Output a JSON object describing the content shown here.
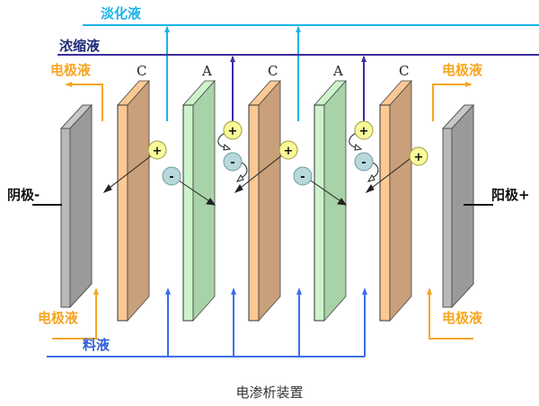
{
  "title": "电渗析装置",
  "labels": {
    "dilute": "淡化液",
    "concentrate": "浓缩液",
    "electrode_top_left": "电极液",
    "electrode_top_right": "电极液",
    "electrode_bottom_left": "电极液",
    "electrode_bottom_right": "电极液",
    "feed": "料液",
    "cathode": "阴极-",
    "anode": "阳极+"
  },
  "membranes": [
    "C",
    "A",
    "C",
    "A",
    "C"
  ],
  "ions": {
    "positive": "+",
    "negative": "-"
  },
  "colors": {
    "dilute": "#1ab4e8",
    "concentrate": "#3a2ea0",
    "electrode": "#f5a623",
    "feed": "#3d6ee8",
    "cation_membrane": "#c9a07a",
    "anion_membrane": "#a8d2a8",
    "electrode_plate": "#a0a0a0",
    "positive_ion": "#fafa9a",
    "negative_ion": "#b8d8dc"
  }
}
